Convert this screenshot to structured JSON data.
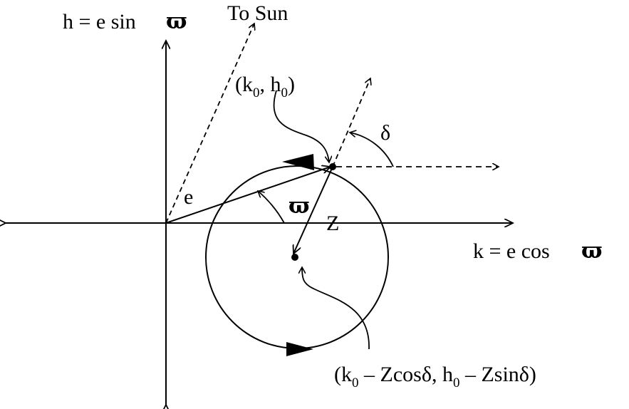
{
  "labels": {
    "h_axis": "h = e sin",
    "k_axis": "k = e cos",
    "varpi": "ϖ",
    "to_sun": "To Sun",
    "e": "e",
    "z": "Z",
    "delta": "δ",
    "initial_point": {
      "open": "(k",
      "sub0": "0",
      "mid": ", h",
      "sub1": "0",
      "close": ")"
    },
    "center_point": {
      "open": "(k",
      "sub0": "0",
      "mid": " – Zcosδ, h",
      "sub1": "0",
      "close": " – Zsinδ)"
    }
  }
}
